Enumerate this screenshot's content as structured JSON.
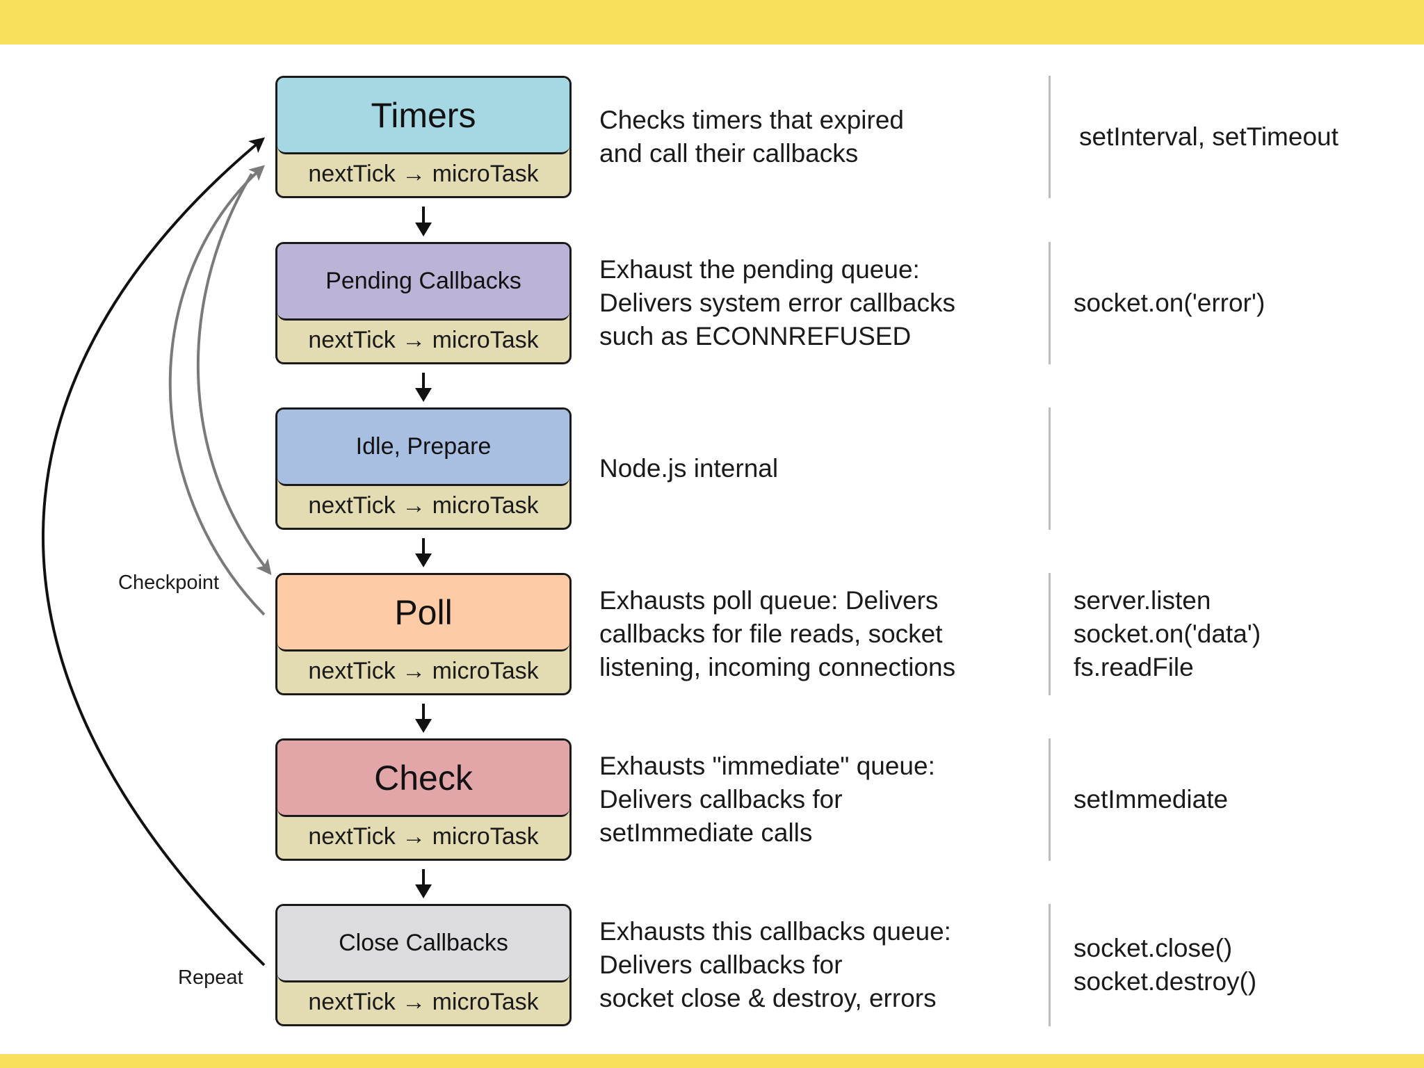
{
  "colors": {
    "band": "#f9df5c",
    "subtask_fill": "#e3dcb3",
    "arrow": "#111111",
    "checkpoint_arrow": "#7a7a7a",
    "divider": "#bdbdbd"
  },
  "phases": [
    {
      "name": "Timers",
      "color": "#a6d8e4",
      "size": "big",
      "subtask": "nextTick → microTask",
      "description": [
        "Checks timers that expired",
        "and call their callbacks"
      ],
      "apis": [
        "setInterval, setTimeout"
      ]
    },
    {
      "name": "Pending Callbacks",
      "color": "#bdb3d6",
      "size": "small",
      "subtask": "nextTick → microTask",
      "description": [
        "Exhaust the pending queue:",
        "Delivers system error callbacks",
        "such as ECONNREFUSED"
      ],
      "apis": [
        "socket.on('error')"
      ]
    },
    {
      "name": "Idle, Prepare",
      "color": "#a8bfe2",
      "size": "small",
      "subtask": "nextTick → microTask",
      "description": [
        "Node.js internal"
      ],
      "apis": []
    },
    {
      "name": "Poll",
      "color": "#fdcba5",
      "size": "big",
      "subtask": "nextTick → microTask",
      "description": [
        "Exhausts poll queue: Delivers",
        "callbacks for file reads, socket",
        "listening, incoming connections"
      ],
      "apis": [
        "server.listen",
        "socket.on('data')",
        "fs.readFile"
      ]
    },
    {
      "name": "Check",
      "color": "#e3a6a8",
      "size": "big",
      "subtask": "nextTick → microTask",
      "description": [
        "Exhausts \"immediate\" queue:",
        "Delivers callbacks for",
        "setImmediate calls"
      ],
      "apis": [
        "setImmediate"
      ]
    },
    {
      "name": "Close Callbacks",
      "color": "#dcdbde",
      "size": "small",
      "subtask": "nextTick → microTask",
      "description": [
        "Exhausts this callbacks queue:",
        "Delivers callbacks for",
        "socket close & destroy, errors"
      ],
      "apis": [
        "socket.close()",
        "socket.destroy()"
      ]
    }
  ],
  "labels": {
    "checkpoint": "Checkpoint",
    "repeat": "Repeat"
  }
}
